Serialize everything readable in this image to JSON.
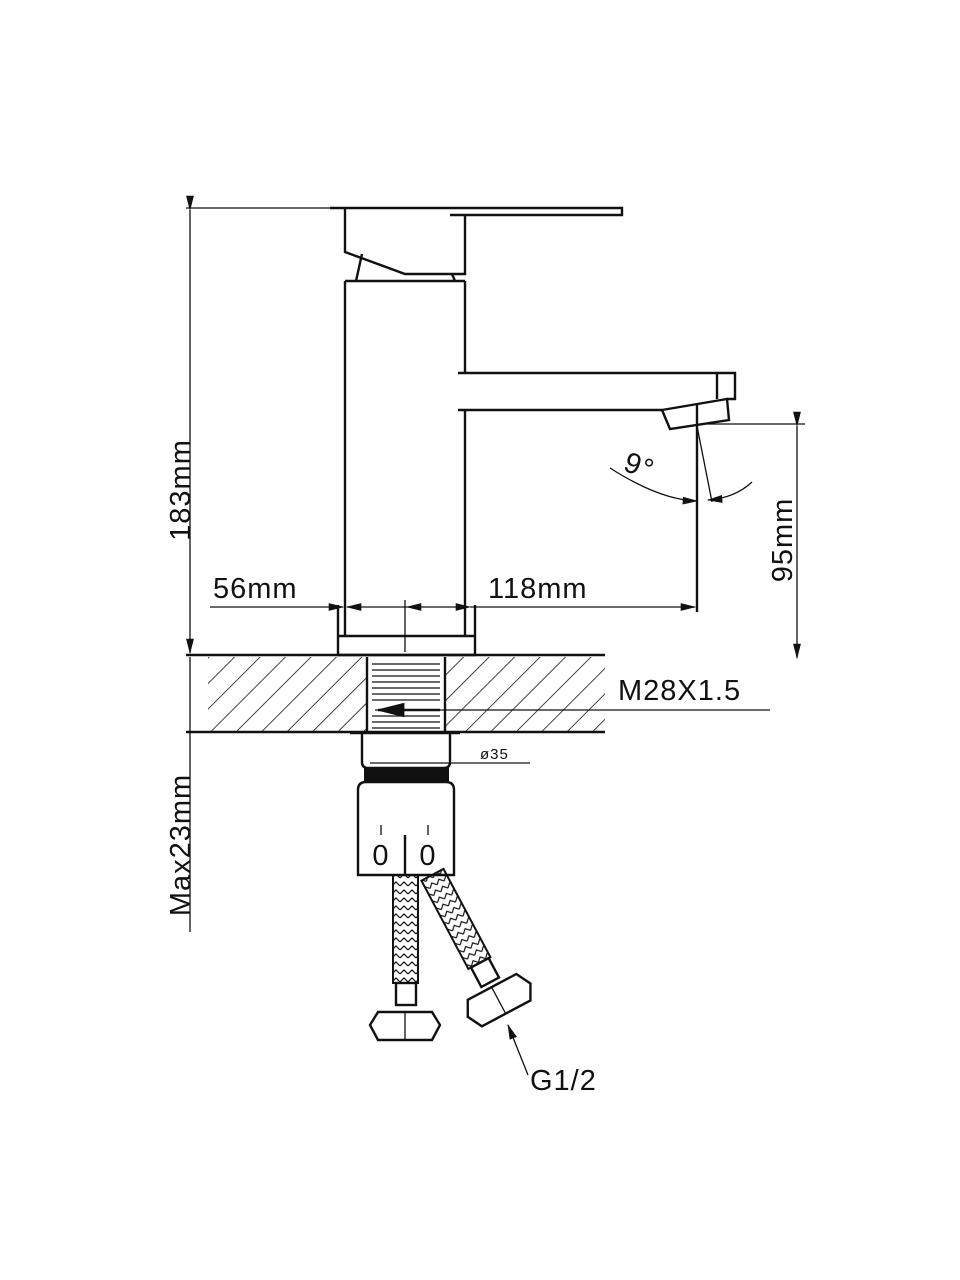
{
  "title": "Basin faucet technical drawing",
  "dimensions": {
    "height": "183mm",
    "base_offset": "56mm",
    "spout_reach": "118mm",
    "spout_height": "95mm",
    "spout_angle": "9°",
    "thread": "M28X1.5",
    "nut_diameter": "ø35",
    "max_counter_thickness": "Max23mm",
    "hose_connection": "G1/2"
  },
  "markings": {
    "left": "0",
    "right": "0"
  },
  "colors": {
    "line": "#111111",
    "background": "#ffffff"
  }
}
